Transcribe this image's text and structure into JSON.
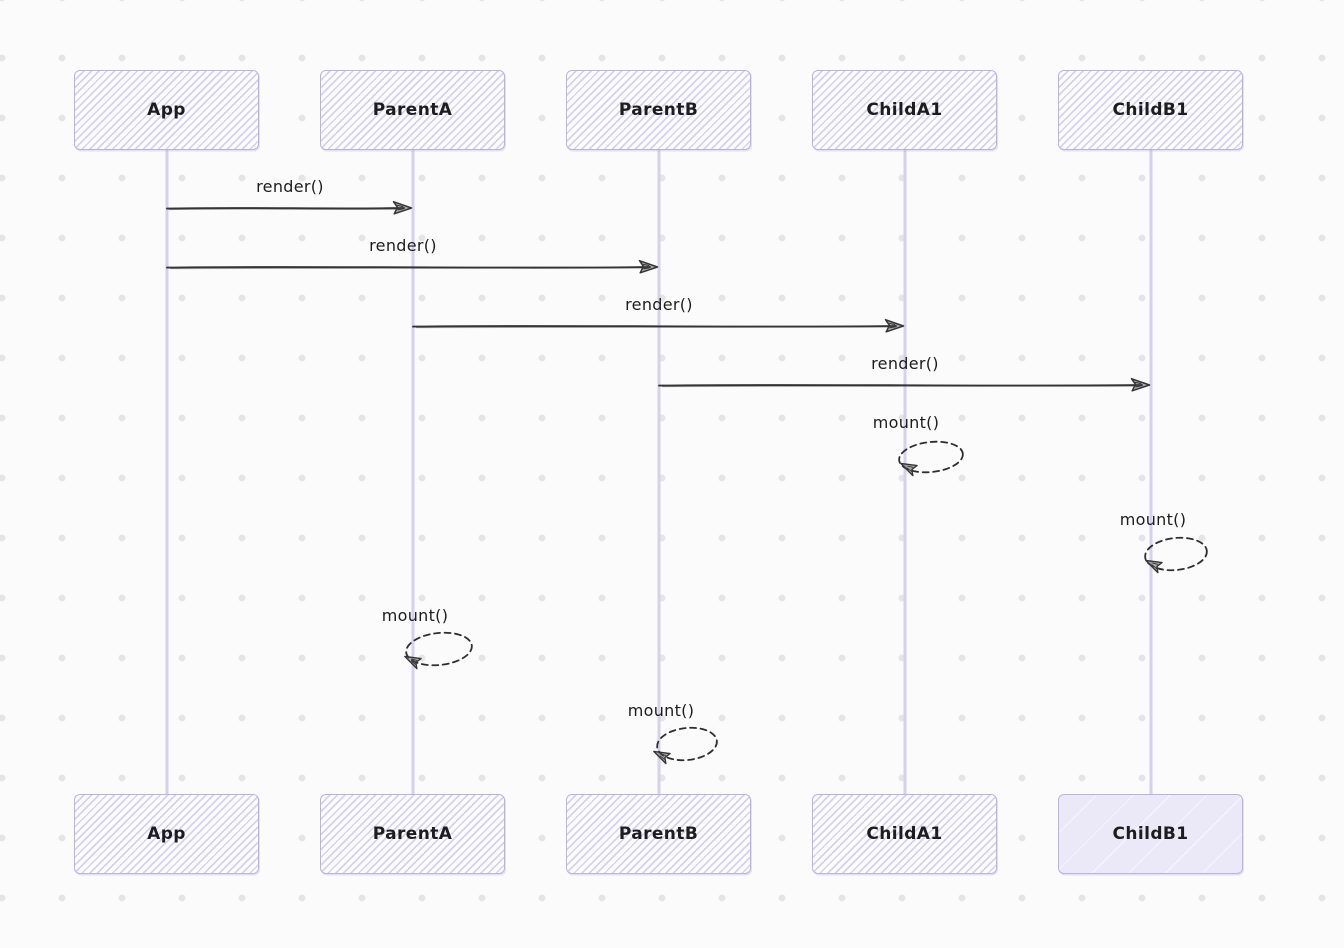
{
  "diagram_type": "sequence-diagram",
  "theme": "hand-drawn-sketch",
  "actors": [
    {
      "name": "App"
    },
    {
      "name": "ParentA"
    },
    {
      "name": "ParentB"
    },
    {
      "name": "ChildA1"
    },
    {
      "name": "ChildB1"
    }
  ],
  "messages": [
    {
      "label": "render()",
      "from": "App",
      "to": "ParentA",
      "line": "solid-arrow"
    },
    {
      "label": "render()",
      "from": "App",
      "to": "ParentB",
      "line": "solid-arrow"
    },
    {
      "label": "render()",
      "from": "ParentA",
      "to": "ChildA1",
      "line": "solid-arrow"
    },
    {
      "label": "render()",
      "from": "ParentB",
      "to": "ChildB1",
      "line": "solid-arrow"
    },
    {
      "label": "mount()",
      "from": "ChildA1",
      "to": "ChildA1",
      "line": "dashed-self-loop"
    },
    {
      "label": "mount()",
      "from": "ChildB1",
      "to": "ChildB1",
      "line": "dashed-self-loop"
    },
    {
      "label": "mount()",
      "from": "ParentA",
      "to": "ParentA",
      "line": "dashed-self-loop"
    },
    {
      "label": "mount()",
      "from": "ParentB",
      "to": "ParentB",
      "line": "dashed-self-loop"
    }
  ],
  "colors": {
    "background": "#fbfbfb",
    "dot": "#e5e5e5",
    "actor_hatch": "#d7d1f0",
    "actor_border": "#bab2e4",
    "actor_solid": "#ebe8f8",
    "lifeline": "#d6d0f0",
    "message_line": "#353535",
    "text": "#1d1d1d"
  }
}
